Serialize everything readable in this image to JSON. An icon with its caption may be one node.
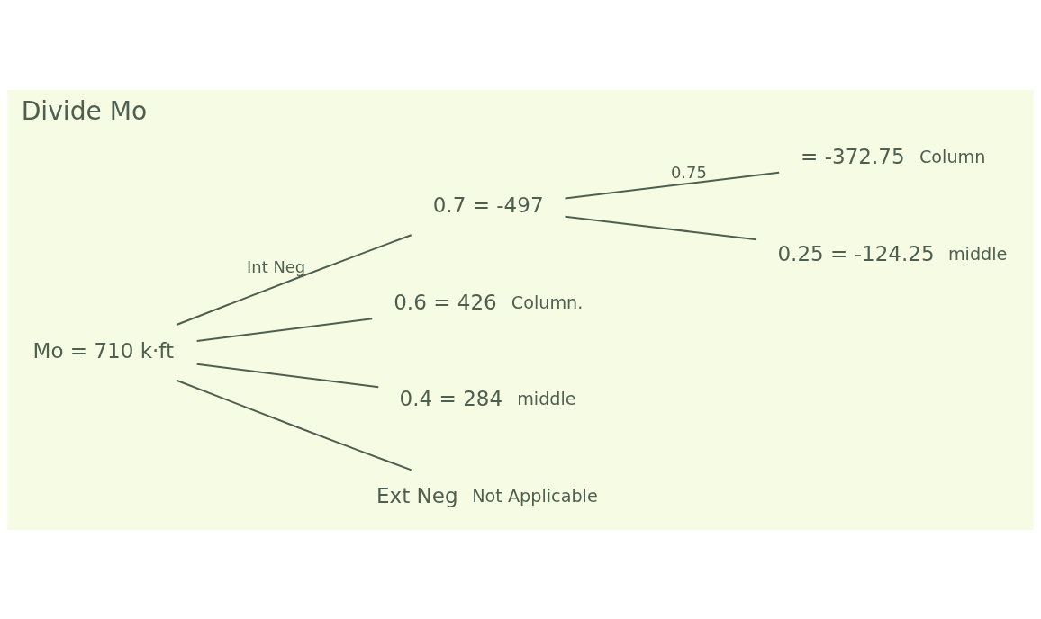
{
  "diagram": {
    "title": "Divide Mo",
    "nodes": [
      {
        "text": [
          "Mo = 710 k·ft"
        ]
      },
      {
        "text": [
          "0.7 = -497"
        ]
      },
      {
        "text": [
          "= -372.75"
        ],
        "beside": [
          "Column"
        ]
      },
      {
        "text": [
          "0.25 = -124.25"
        ],
        "beside": [
          "middle"
        ]
      },
      {
        "text": [
          "0.6 = 426"
        ],
        "beside": [
          "Column."
        ]
      },
      {
        "text": [
          "0.4 = 284"
        ],
        "beside": [
          "middle"
        ]
      },
      {
        "text": [
          "Ext Neg"
        ],
        "beside": [
          "Not Applicable"
        ]
      }
    ],
    "edges": [
      {
        "from": 0,
        "to": 1,
        "arrow": "none",
        "label": "Int Neg"
      },
      {
        "from": 1,
        "to": 2,
        "arrow": "none",
        "label": "0.75"
      },
      {
        "from": 1,
        "to": 3,
        "arrow": "none"
      },
      {
        "from": 0,
        "to": 4,
        "arrow": "none"
      },
      {
        "from": 0,
        "to": 5,
        "arrow": "none"
      },
      {
        "from": 0,
        "to": 6,
        "arrow": "none"
      }
    ]
  }
}
